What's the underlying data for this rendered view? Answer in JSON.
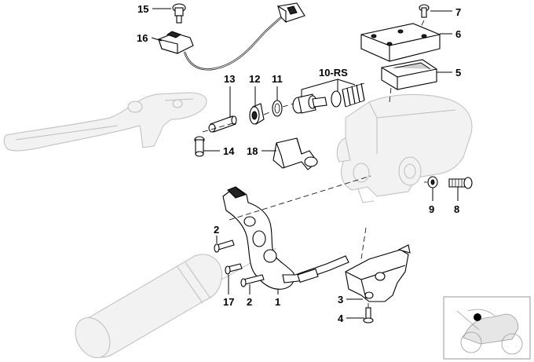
{
  "diagram": {
    "callouts": {
      "c1": "1",
      "c2a": "2",
      "c2b": "2",
      "c3": "3",
      "c4": "4",
      "c5": "5",
      "c6": "6",
      "c7": "7",
      "c8": "8",
      "c9": "9",
      "c10": "10-RS",
      "c11": "11",
      "c12": "12",
      "c13": "13",
      "c14": "14",
      "c15": "15",
      "c16": "16",
      "c17": "17",
      "c18": "18"
    }
  }
}
